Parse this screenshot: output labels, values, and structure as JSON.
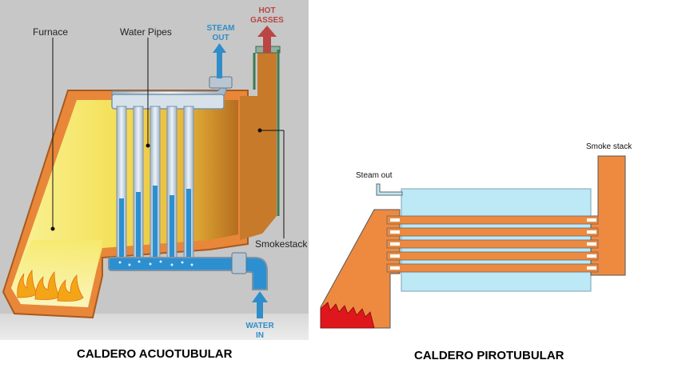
{
  "water_tube": {
    "labels": {
      "furnace": "Furnace",
      "water_pipes": "Water Pipes",
      "steam_out_line1": "STEAM",
      "steam_out_line2": "OUT",
      "hot_gasses_line1": "HOT",
      "hot_gasses_line2": "GASSES",
      "smokestack": "Smokestack",
      "water_in_line1": "WATER",
      "water_in_line2": "IN"
    },
    "caption": "CALDERO ACUOTUBULAR",
    "colors": {
      "background": "#c9c9c9",
      "shell": "#e8873a",
      "chamber_light": "#f7ec7d",
      "chamber_dark": "#b9701f",
      "water": "#2c8fd0",
      "steam_pipe": "#c8d6e4",
      "steam_arrow": "#2f8ec9",
      "gas_arrow": "#b94545",
      "flame": "#f3a516"
    }
  },
  "fire_tube": {
    "labels": {
      "steam_out": "Steam out",
      "smoke_stack": "Smoke stack"
    },
    "caption": "CALDERO PIROTUBULAR",
    "colors": {
      "body": "#ee8a40",
      "water": "#bde8f5",
      "tube": "#ffffff",
      "fire": "#e0161d"
    }
  }
}
